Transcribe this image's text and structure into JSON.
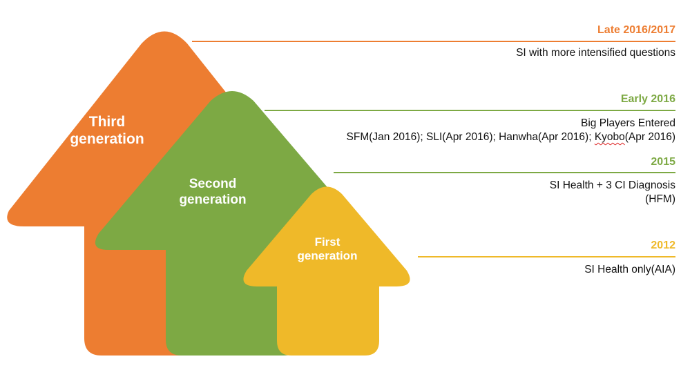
{
  "colors": {
    "third": "#ED7D31",
    "second": "#7DA944",
    "first": "#EFB929"
  },
  "arrows": {
    "third_label": "Third\ngeneration",
    "second_label": "Second\ngeneration",
    "first_label": "First\ngeneration"
  },
  "timeline": {
    "late_2016_2017": {
      "year": "Late 2016/2017",
      "description": "SI with more intensified questions"
    },
    "early_2016": {
      "year": "Early 2016",
      "line1": "Big Players Entered",
      "line2_prefix": "SFM(Jan 2016); SLI(Apr 2016); Hanwha(Apr 2016); ",
      "line2_kyobo": "Kyobo",
      "line2_suffix": "(Apr 2016)"
    },
    "y2015": {
      "year": "2015",
      "line1": "SI Health + 3 CI Diagnosis",
      "line2": "(HFM)"
    },
    "y2012": {
      "year": "2012",
      "description": "SI Health only(AIA)"
    }
  }
}
